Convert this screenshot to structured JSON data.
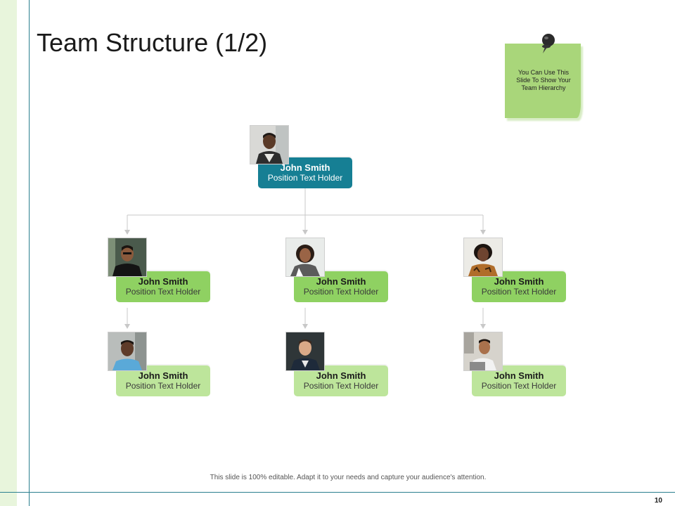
{
  "slide": {
    "title": "Team Structure (1/2)",
    "note": "You Can Use This Slide To Show Your Team Hierarchy",
    "footer": "This slide is 100% editable. Adapt it to your needs and capture your audience's attention.",
    "page_number": "10"
  },
  "colors": {
    "teal": "#167f94",
    "green": "#8fd162",
    "light_green": "#bde59b",
    "sticky": "#a9d67a"
  },
  "org": {
    "head": {
      "name": "John Smith",
      "position": "Position Text Holder"
    },
    "managers": [
      {
        "name": "John Smith",
        "position": "Position Text Holder"
      },
      {
        "name": "John Smith",
        "position": "Position Text Holder"
      },
      {
        "name": "John Smith",
        "position": "Position Text Holder"
      }
    ],
    "members": [
      {
        "name": "John Smith",
        "position": "Position Text Holder"
      },
      {
        "name": "John Smith",
        "position": "Position Text Holder"
      },
      {
        "name": "John Smith",
        "position": "Position Text Holder"
      }
    ]
  }
}
